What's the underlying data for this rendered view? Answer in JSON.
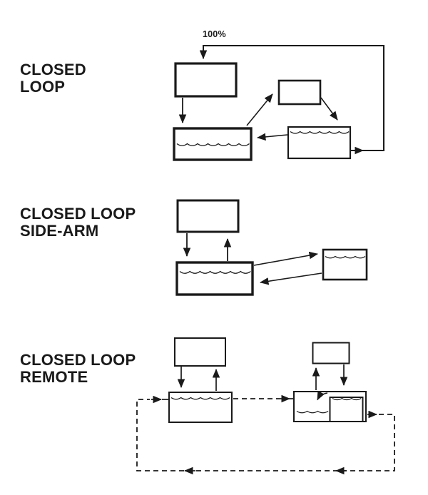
{
  "canvas": {
    "background": "#ffffff",
    "ink": "#1a1a1a"
  },
  "sections": [
    {
      "id": "closed-loop",
      "title_line1": "CLOSED",
      "title_line2": "LOOP",
      "annotation": "100%"
    },
    {
      "id": "closed-loop-side-arm",
      "title_line1": "CLOSED LOOP",
      "title_line2": "SIDE-ARM"
    },
    {
      "id": "closed-loop-remote",
      "title_line1": "CLOSED LOOP",
      "title_line2": "REMOTE"
    }
  ]
}
